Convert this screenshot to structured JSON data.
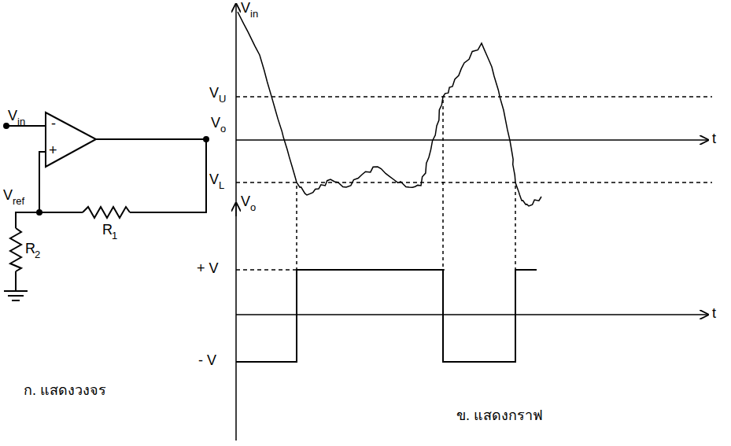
{
  "diagram": {
    "labels": [
      "V",
      "in",
      "-",
      "+",
      "V",
      "o",
      "V",
      "ref",
      "R",
      "1",
      "R",
      "2",
      "ก. แสดงวงจร",
      "V",
      "in",
      "t",
      "V",
      "U",
      "V",
      "L",
      "V",
      "o",
      "+ V",
      "- V",
      "t",
      "ข. แสดงกราฟ"
    ]
  }
}
